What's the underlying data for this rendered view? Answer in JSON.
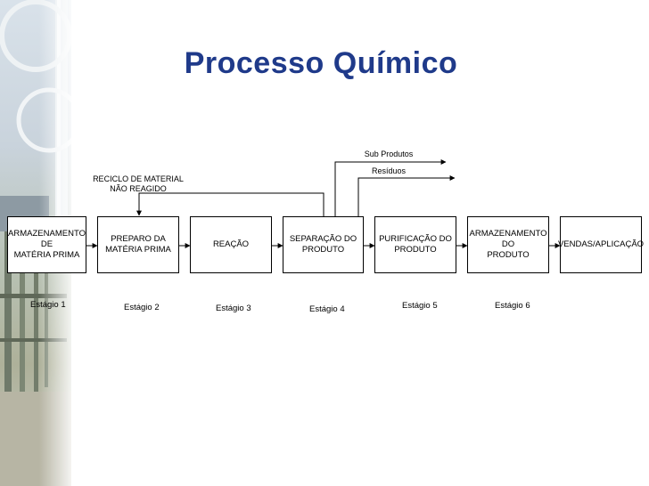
{
  "title": "Processo Químico",
  "stages": [
    {
      "box": "ARMAZENAMENTO DE\nMATÉRIA PRIMA",
      "label": "Estágio 1"
    },
    {
      "box": "PREPARO DA\nMATÉRIA PRIMA",
      "label": "Estágio 2"
    },
    {
      "box": "REAÇÃO",
      "label": "Estágio 3"
    },
    {
      "box": "SEPARAÇÃO DO\nPRODUTO",
      "label": "Estágio 4"
    },
    {
      "box": "PURIFICAÇÃO DO\nPRODUTO",
      "label": "Estágio 5"
    },
    {
      "box": "ARMAZENAMENTO DO\nPRODUTO",
      "label": "Estágio 6"
    },
    {
      "box": "VENDAS/APLICAÇÃO",
      "label": ""
    }
  ],
  "notes": {
    "recycle": "RECICLO DE MATERIAL\nNÃO REAGIDO",
    "byproducts": "Sub Produtos",
    "residues": "Resíduos"
  },
  "colors": {
    "title": "#1f3a8a",
    "box_border": "#000000",
    "line": "#000000"
  }
}
